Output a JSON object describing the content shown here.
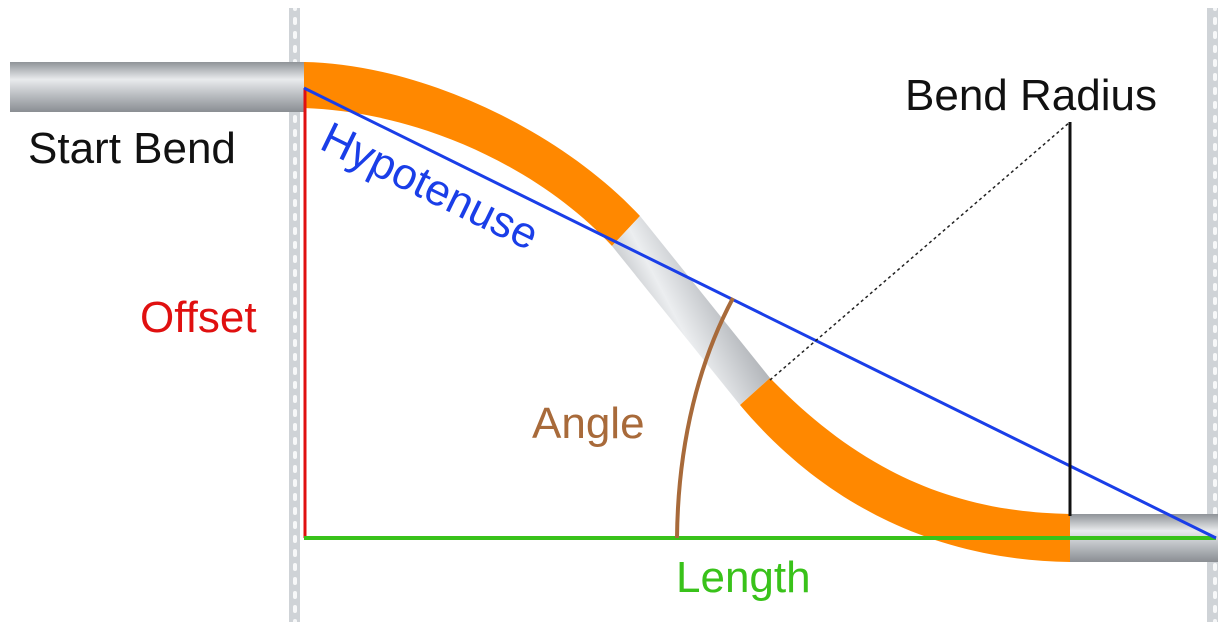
{
  "labels": {
    "start_bend": "Start Bend",
    "hypotenuse": "Hypotenuse",
    "offset": "Offset",
    "angle": "Angle",
    "length": "Length",
    "bend_radius": "Bend Radius"
  },
  "colors": {
    "bend": "#ff8800",
    "pipe_light": "#e4e6e8",
    "pipe_dark": "#9ea2a6",
    "hypotenuse": "#1a3ee8",
    "offset": "#e01010",
    "angle": "#a86a3a",
    "length": "#39c21a",
    "radius": "#111111",
    "rail": "#c9cdd1"
  }
}
